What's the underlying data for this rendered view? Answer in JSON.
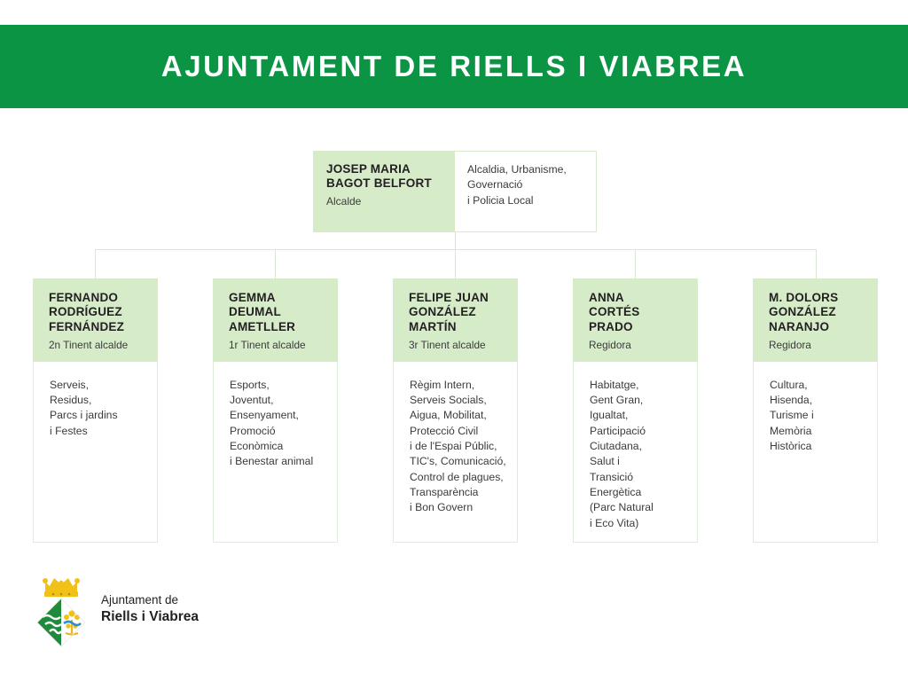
{
  "banner": {
    "title": "AJUNTAMENT DE RIELLS I VIABREA",
    "background_color": "#0b9444",
    "text_color": "#ffffff"
  },
  "colors": {
    "green_banner": "#0b9444",
    "card_header_green": "#d6ecc9",
    "connector_green": "#d7ead0",
    "card_border": "#dceed6",
    "text_dark": "#231f20",
    "text_body": "#3b3b3b"
  },
  "org": {
    "root": {
      "name": "JOSEP MARIA\nBAGOT BELFORT",
      "role": "Alcalde",
      "duties": "Alcaldia, Urbanisme,\nGovernació\ni Policia Local"
    },
    "members": [
      {
        "name": "FERNANDO\nRODRÍGUEZ\nFERNÁNDEZ",
        "role": "2n Tinent alcalde",
        "duties": "Serveis,\nResidus,\nParcs i jardins\ni Festes"
      },
      {
        "name": "GEMMA\nDEUMAL\nAMETLLER",
        "role": "1r Tinent alcalde",
        "duties": "Esports,\nJoventut,\nEnsenyament,\nPromoció\nEconòmica\ni Benestar animal"
      },
      {
        "name": "FELIPE JUAN\nGONZÁLEZ\nMARTÍN",
        "role": "3r Tinent alcalde",
        "duties": "Règim Intern,\nServeis Socials,\nAigua, Mobilitat,\nProtecció Civil\ni de l'Espai Públic,\nTIC's, Comunicació,\nControl de plagues,\nTransparència\ni Bon Govern"
      },
      {
        "name": "ANNA\nCORTÉS\nPRADO",
        "role": "Regidora",
        "duties": "Habitatge,\nGent Gran,\nIgualtat,\nParticipació\nCiutadana,\nSalut i\nTransició\nEnergètica\n(Parc Natural\ni Eco Vita)"
      },
      {
        "name": "M. DOLORS\nGONZÁLEZ\nNARANJO",
        "role": "Regidora",
        "duties": "Cultura,\nHisenda,\nTurisme i\nMemòria\nHistòrica"
      }
    ]
  },
  "footer": {
    "logo_line1": "Ajuntament de",
    "logo_line2": "Riells i Viabrea",
    "crest_icon": "coat-of-arms-crest-icon"
  }
}
